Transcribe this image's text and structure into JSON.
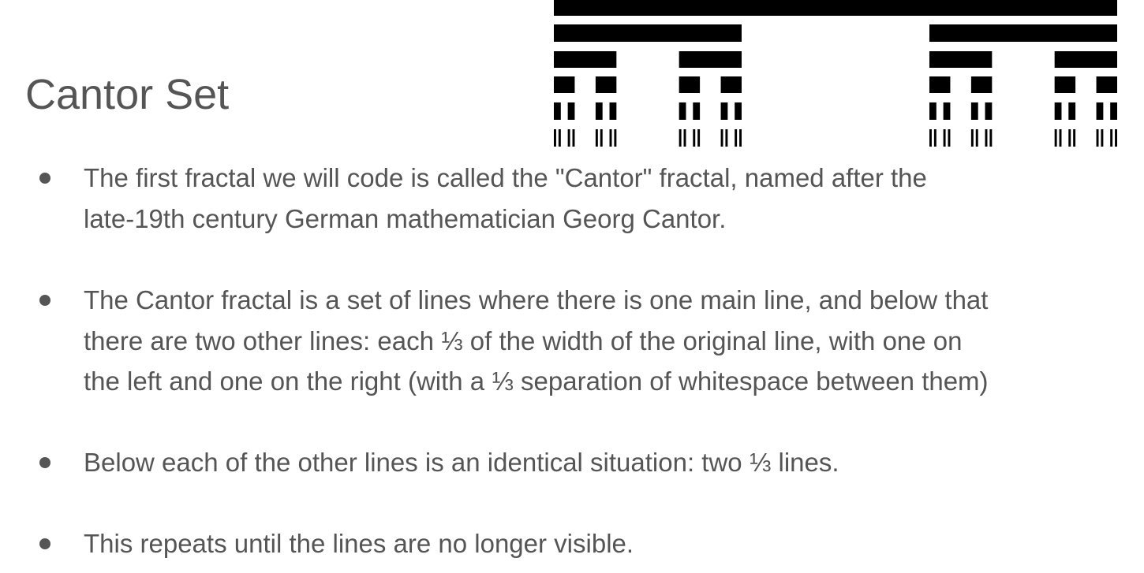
{
  "slide": {
    "title": "Cantor Set"
  },
  "illustration": {
    "subject": "Cantor set fractal",
    "levels": 6,
    "color": "#000000"
  },
  "bullets": [
    "The first fractal we will code is called the \"Cantor\" fractal, named after the\nlate-19th century German mathematician Georg Cantor.",
    "The Cantor fractal is a set of lines where there is one main line, and below that\nthere are two other lines: each ⅓ of the width of the original line, with one on\nthe left and one on the right (with a ⅓ separation of whitespace between them)",
    "Below each of the other lines is an identical situation: two ⅓ lines.",
    "This repeats until the lines are no longer visible."
  ],
  "colors": {
    "text": "#555555",
    "background": "#ffffff",
    "fractal": "#000000"
  }
}
